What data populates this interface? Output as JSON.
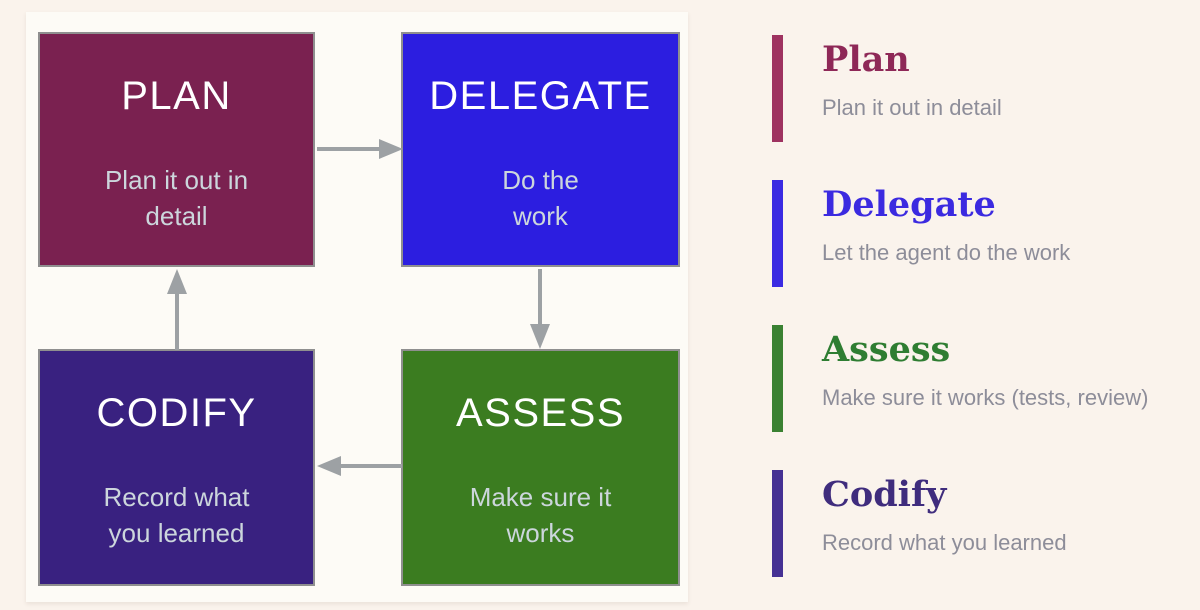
{
  "page": {
    "background": "#faf3ec",
    "panel_background": "#fdfbf6"
  },
  "diagram": {
    "arrow_color": "#9da1a4",
    "border_color": "#8f8f8f",
    "node_title_color": "#ffffff",
    "node_subtitle_color": "#ccd6dc",
    "nodes": [
      {
        "id": "plan",
        "title": "PLAN",
        "subtitle": "Plan it out in\ndetail",
        "color": "#7a2150"
      },
      {
        "id": "delegate",
        "title": "DELEGATE",
        "subtitle": "Do the\nwork",
        "color": "#2c1ee0"
      },
      {
        "id": "assess",
        "title": "ASSESS",
        "subtitle": "Make sure it\nworks",
        "color": "#3b7c20"
      },
      {
        "id": "codify",
        "title": "CODIFY",
        "subtitle": "Record what\nyou learned",
        "color": "#392180"
      }
    ]
  },
  "legend": {
    "description_color": "#8d8d99",
    "items": [
      {
        "title": "Plan",
        "description": "Plan it out in detail",
        "title_color": "#8e2857",
        "bar_color": "#9e3260"
      },
      {
        "title": "Delegate",
        "description": "Let the agent do the work",
        "title_color": "#3b2ae0",
        "bar_color": "#3a2ae2"
      },
      {
        "title": "Assess",
        "description": "Make sure it works (tests, review)",
        "title_color": "#2e7d32",
        "bar_color": "#3a8132"
      },
      {
        "title": "Codify",
        "description": "Record what you learned",
        "title_color": "#3f2c7d",
        "bar_color": "#453093"
      }
    ]
  }
}
